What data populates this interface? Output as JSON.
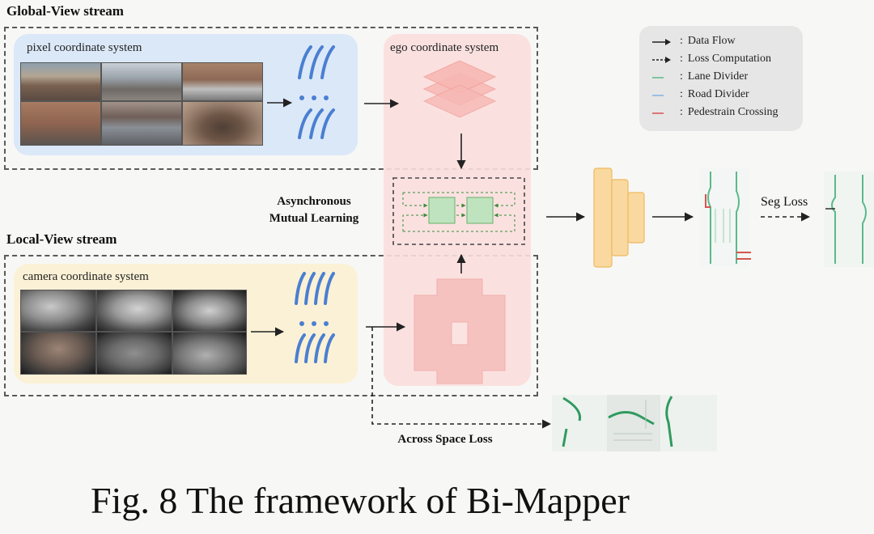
{
  "global_stream": {
    "title": "Global-View stream",
    "panel_label": "pixel coordinate system"
  },
  "ego_panel": {
    "label": "ego coordinate system"
  },
  "local_stream": {
    "title": "Local-View stream",
    "panel_label": "camera coordinate system"
  },
  "aml": {
    "line1": "Asynchronous",
    "line2": "Mutual Learning"
  },
  "legend": {
    "items": [
      {
        "label": "Data Flow",
        "style": "solid-arrow",
        "color": "#222222"
      },
      {
        "label": "Loss Computation",
        "style": "dashed-arrow",
        "color": "#222222"
      },
      {
        "label": "Lane Divider",
        "style": "line",
        "color": "#5bb98a"
      },
      {
        "label": "Road Divider",
        "style": "line",
        "color": "#7fb2e0"
      },
      {
        "label": "Pedestrain Crossing",
        "style": "line",
        "color": "#d9534f"
      }
    ]
  },
  "seg_loss": "Seg Loss",
  "across_space_loss": "Across Space Loss",
  "caption": "Fig. 8 The framework of Bi-Mapper",
  "colors": {
    "global_panel": "#dbe8f8",
    "local_panel": "#fbf1d6",
    "ego_panel": "#f9dede",
    "feature_blue": "#4a7fd1",
    "ego_pink": "#f7b8b4",
    "decoder_orange": "#f9d9a0",
    "aml_green": "#bfe3bf",
    "lane_green": "#2f9a5f"
  }
}
